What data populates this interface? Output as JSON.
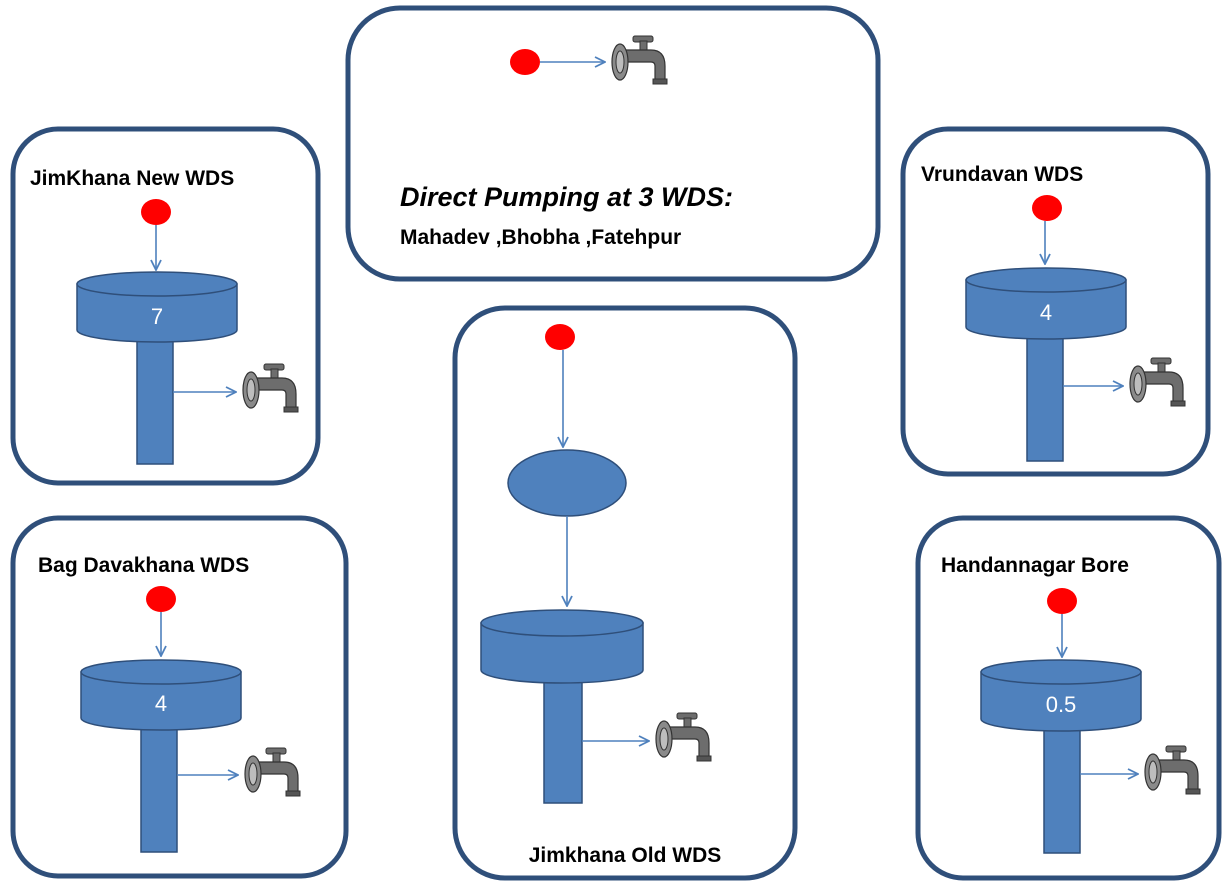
{
  "colors": {
    "border": "#2f4f7a",
    "tank": "#4f81bd",
    "source_dot": "#ff0000",
    "tap": "#6d6d6d"
  },
  "stations": {
    "jimkhana_new": {
      "label": "JimKhana New WDS",
      "capacity": "7"
    },
    "bag_davakhana": {
      "label": "Bag Davakhana WDS",
      "capacity": "4"
    },
    "vrundavan": {
      "label": "Vrundavan WDS",
      "capacity": "4"
    },
    "handannagar": {
      "label": "Handannagar Bore",
      "capacity": "0.5"
    },
    "jimkhana_old": {
      "label": "Jimkhana Old WDS",
      "capacity": ""
    }
  },
  "direct_pumping": {
    "title": "Direct Pumping at 3 WDS:",
    "sites": "Mahadev ,Bhobha ,Fatehpur"
  },
  "icons": {
    "source": "red-dot-source-icon",
    "tap": "water-tap-icon",
    "sump": "sump-ellipse-icon"
  }
}
